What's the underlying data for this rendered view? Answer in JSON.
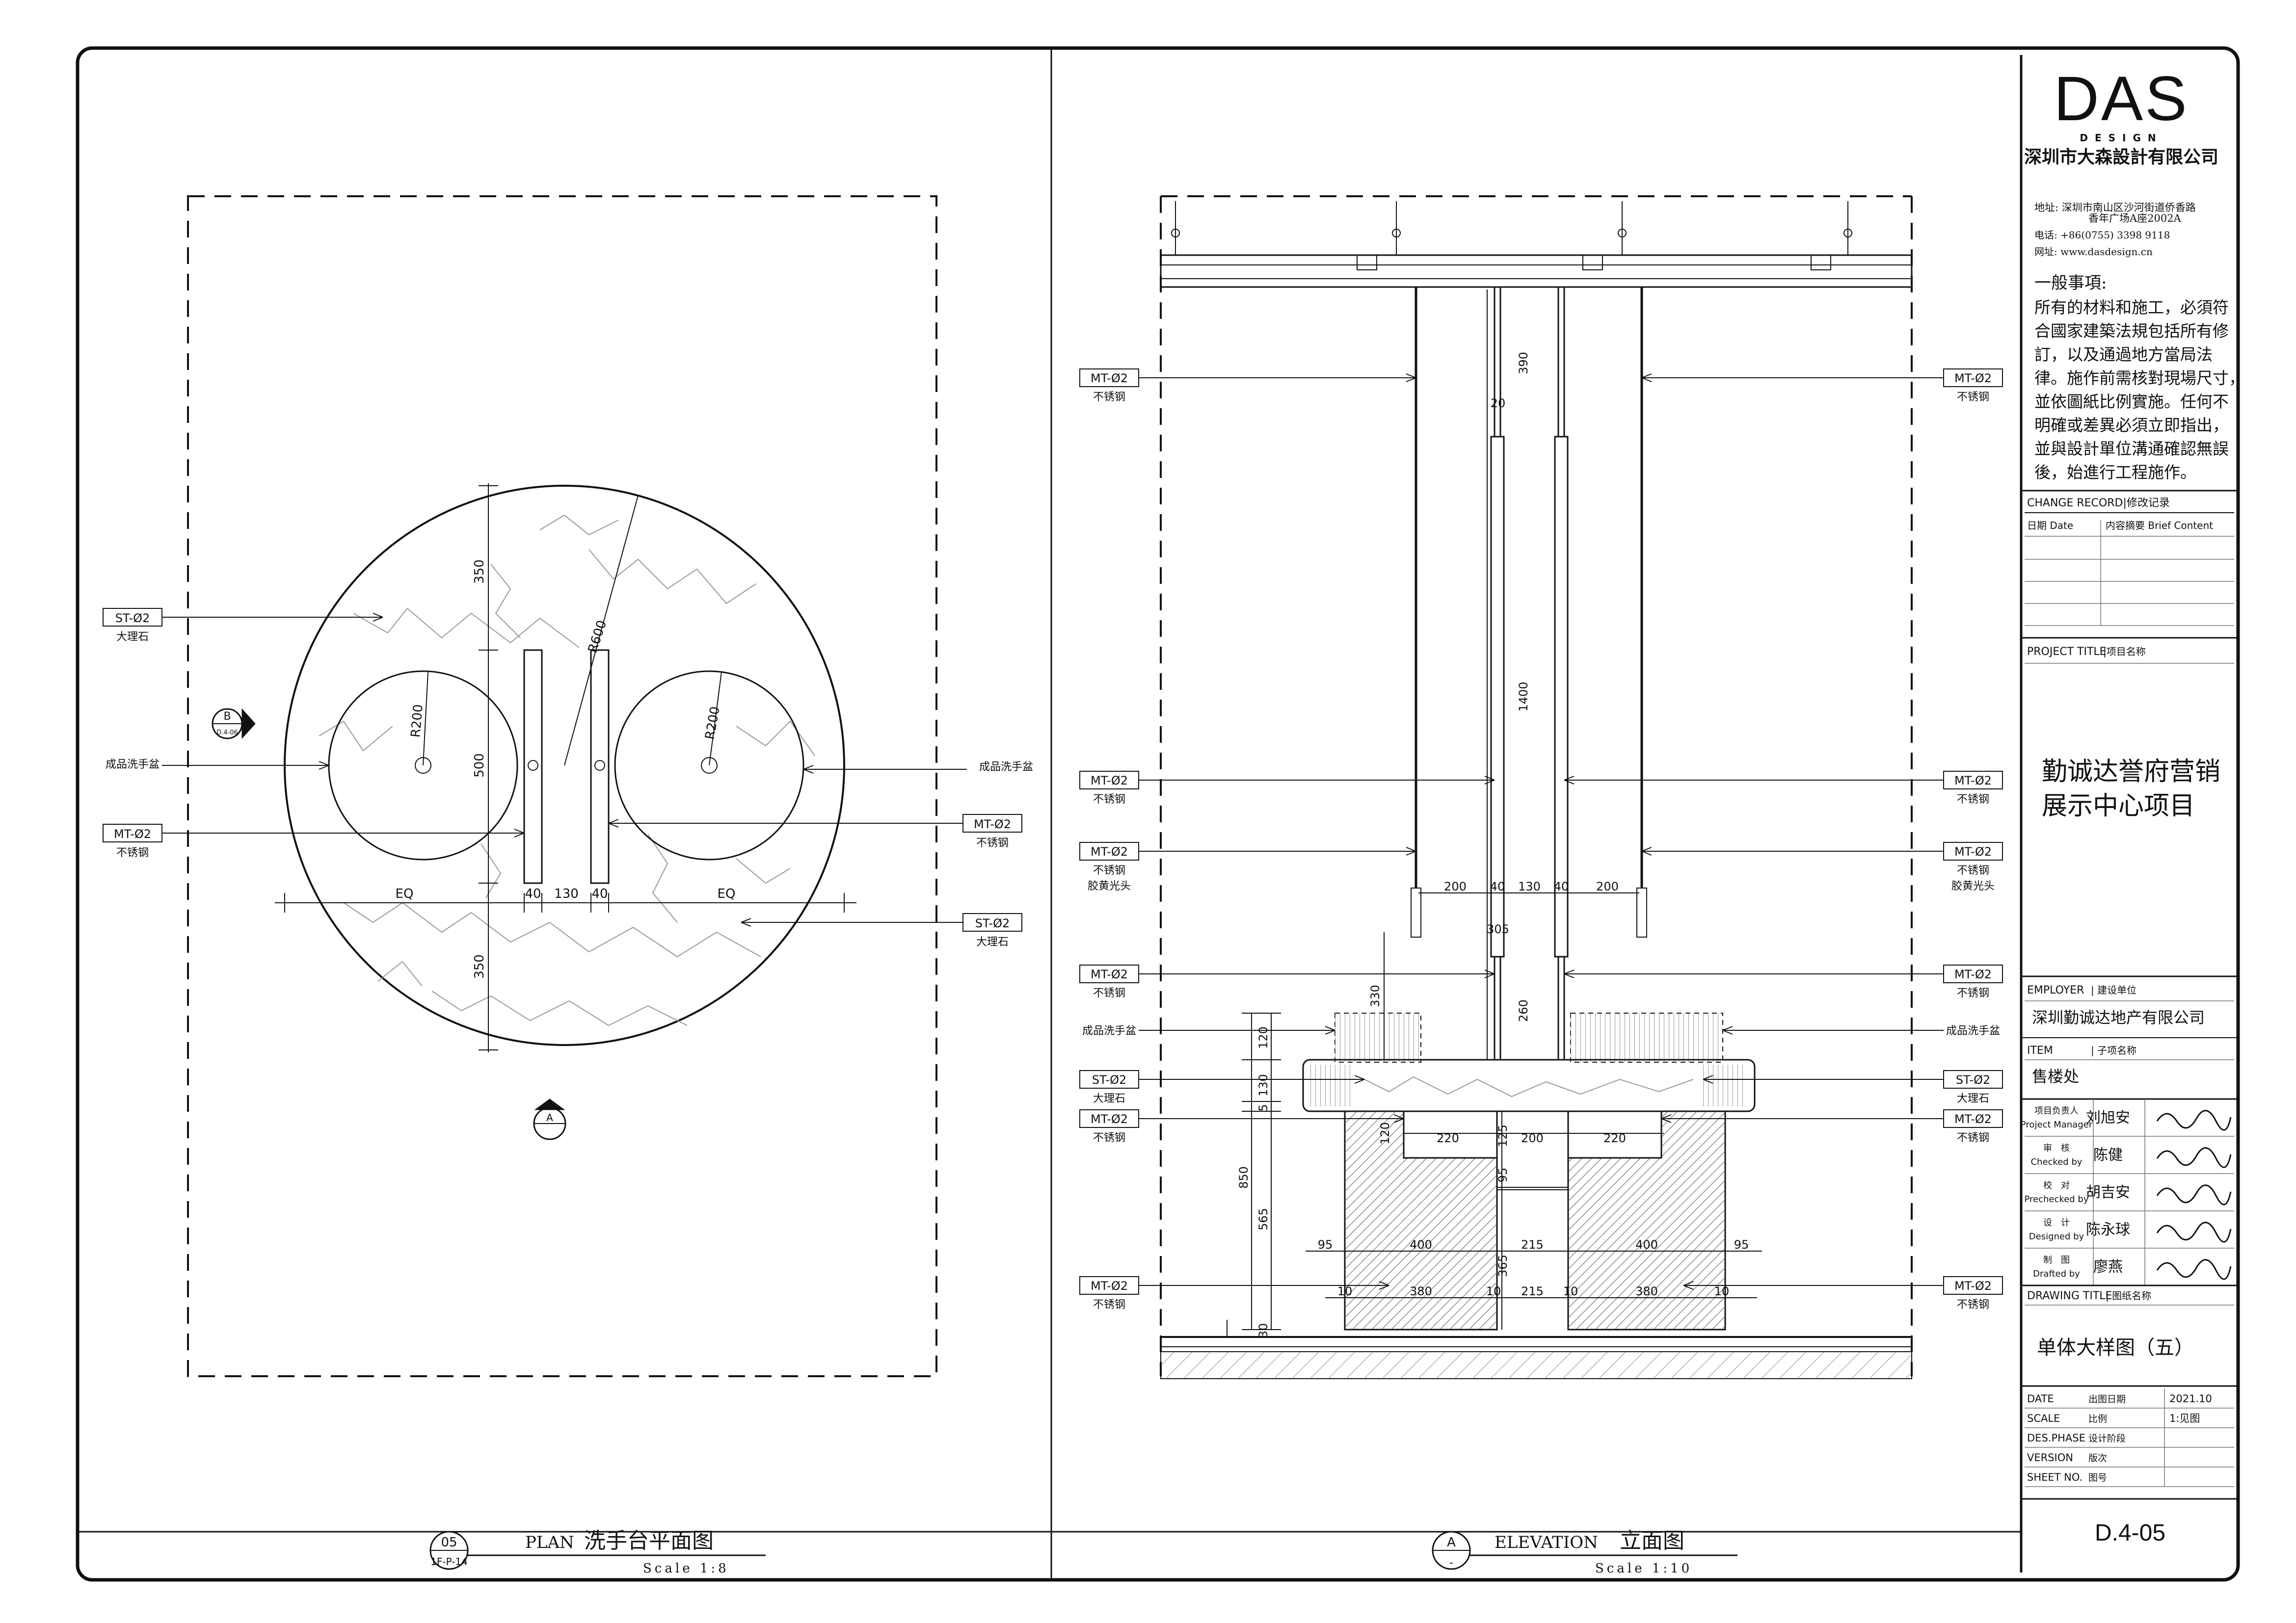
{
  "company": {
    "logo_text": "DAS",
    "logo_sub": "DESIGN",
    "name": "深圳市大森設計有限公司",
    "address_line1": "地址: 深圳市南山区沙河街道侨香路",
    "address_line2": "香年广场A座2002A",
    "phone": "电话: +86(0755) 3398 9118",
    "web": "网址: www.dasdesign.cn"
  },
  "general_notes": {
    "title": "一般事項:",
    "body": "所有的材料和施工，必須符\n合國家建築法規包括所有修\n訂，以及通過地方當局法\n律。施作前需核對現場尺寸，\n並依圖紙比例實施。任何不\n明確或差異必須立即指出，\n並與設計單位溝通確認無誤\n後，始進行工程施作。"
  },
  "change_record": {
    "title": "CHANGE RECORD|修改记录",
    "col_date": "日期 Date",
    "col_content": "内容摘要  Brief Content"
  },
  "project": {
    "label": "PROJECT TITLE",
    "label_cn": "|项目名称",
    "name_line1": "勤诚达誉府营销",
    "name_line2": "展示中心项目"
  },
  "employer": {
    "label": "EMPLOYER",
    "label_cn": "| 建设单位",
    "value": "深圳勤诚达地产有限公司"
  },
  "item": {
    "label": "ITEM",
    "label_cn": "| 子项名称",
    "value": "售楼处"
  },
  "signatures": [
    {
      "role_cn": "项目负责人",
      "role_en": "Project Manager",
      "name": "刘旭安"
    },
    {
      "role_cn": "审　核",
      "role_en": "Checked by",
      "name": "陈健"
    },
    {
      "role_cn": "校　对",
      "role_en": "Prechecked by",
      "name": "胡吉安"
    },
    {
      "role_cn": "设　计",
      "role_en": "Designed by",
      "name": "陈永球"
    },
    {
      "role_cn": "制　图",
      "role_en": "Drafted by",
      "name": "廖燕"
    }
  ],
  "drawing": {
    "label": "DRAWING TITLE",
    "label_cn": "| 图纸名称",
    "title": "单体大样图（五）"
  },
  "meta": [
    {
      "key": "DATE",
      "key_cn": "出图日期",
      "value": "2021.10"
    },
    {
      "key": "SCALE",
      "key_cn": "比例",
      "value": "1:见图"
    },
    {
      "key": "DES.PHASE",
      "key_cn": "设计阶段",
      "value": ""
    },
    {
      "key": "VERSION",
      "key_cn": "版次",
      "value": ""
    },
    {
      "key": "SHEET NO.",
      "key_cn": "图号",
      "value": ""
    }
  ],
  "sheet_number": "D.4-05",
  "plan": {
    "title_en": "PLAN",
    "title_cn": "洗手台平面图",
    "scale": "Scale 1:8",
    "ref_top": "05",
    "ref_bottom": "1F-P-14",
    "dim_top": "350",
    "dim_mid": "500",
    "dim_bottom": "350",
    "radius_big": "R600",
    "radius_left": "R200",
    "radius_right": "R200",
    "dim_eq_left": "EQ",
    "dim_eq_right": "EQ",
    "dim_40a": "40",
    "dim_130": "130",
    "dim_40b": "40",
    "marker_b": "B",
    "marker_b_sub": "D.4-06",
    "marker_a": "A",
    "callouts_left": [
      {
        "code": "ST-Ø2",
        "desc": "大理石"
      },
      {
        "code": "",
        "desc": "成品洗手盆"
      },
      {
        "code": "MT-Ø2",
        "desc": "不锈钢"
      }
    ],
    "callouts_right": [
      {
        "code": "",
        "desc": "成品洗手盆"
      },
      {
        "code": "MT-Ø2",
        "desc": "不锈钢"
      },
      {
        "code": "ST-Ø2",
        "desc": "大理石"
      }
    ]
  },
  "elevation": {
    "title_en": "ELEVATION",
    "title_cn": "立面图",
    "scale": "Scale 1:10",
    "ref_top": "A",
    "ref_bottom": "-",
    "callouts_left": [
      {
        "code": "MT-Ø2",
        "desc": "不锈钢",
        "desc2": ""
      },
      {
        "code": "MT-Ø2",
        "desc": "不锈钢",
        "desc2": ""
      },
      {
        "code": "MT-Ø2",
        "desc": "不锈钢",
        "desc2": "胶黄光头"
      },
      {
        "code": "MT-Ø2",
        "desc": "不锈钢",
        "desc2": ""
      },
      {
        "code": "",
        "desc": "成品洗手盆",
        "desc2": ""
      },
      {
        "code": "ST-Ø2",
        "desc": "大理石",
        "desc2": ""
      },
      {
        "code": "MT-Ø2",
        "desc": "不锈钢",
        "desc2": ""
      },
      {
        "code": "MT-Ø2",
        "desc": "不锈钢",
        "desc2": ""
      }
    ],
    "callouts_right": [
      {
        "code": "MT-Ø2",
        "desc": "不锈钢",
        "desc2": ""
      },
      {
        "code": "MT-Ø2",
        "desc": "不锈钢",
        "desc2": ""
      },
      {
        "code": "MT-Ø2",
        "desc": "不锈钢",
        "desc2": "胶黄光头"
      },
      {
        "code": "MT-Ø2",
        "desc": "不锈钢",
        "desc2": ""
      },
      {
        "code": "",
        "desc": "成品洗手盆",
        "desc2": ""
      },
      {
        "code": "ST-Ø2",
        "desc": "大理石",
        "desc2": ""
      },
      {
        "code": "MT-Ø2",
        "desc": "不锈钢",
        "desc2": ""
      },
      {
        "code": "MT-Ø2",
        "desc": "不锈钢",
        "desc2": ""
      }
    ],
    "dims": {
      "d390": "390",
      "d20": "20",
      "d1400": "1400",
      "d200a": "200",
      "d40a": "40",
      "d130": "130",
      "d40b": "40",
      "d200b": "200",
      "d305": "305",
      "d260": "260",
      "d330": "330",
      "d120a": "120",
      "d130b": "130",
      "d5": "5",
      "d120b": "120",
      "d220a": "220",
      "d125": "125",
      "d200c": "200",
      "d220b": "220",
      "d95a": "95",
      "d850": "850",
      "d565": "565",
      "d95b": "95",
      "d400a": "400",
      "d365": "365",
      "d215a": "215",
      "d400b": "400",
      "d95c": "95",
      "d10a": "10",
      "d380a": "380",
      "d10b": "10",
      "d215b": "215",
      "d10c": "10",
      "d380b": "380",
      "d10d": "10",
      "d30": "30"
    }
  }
}
